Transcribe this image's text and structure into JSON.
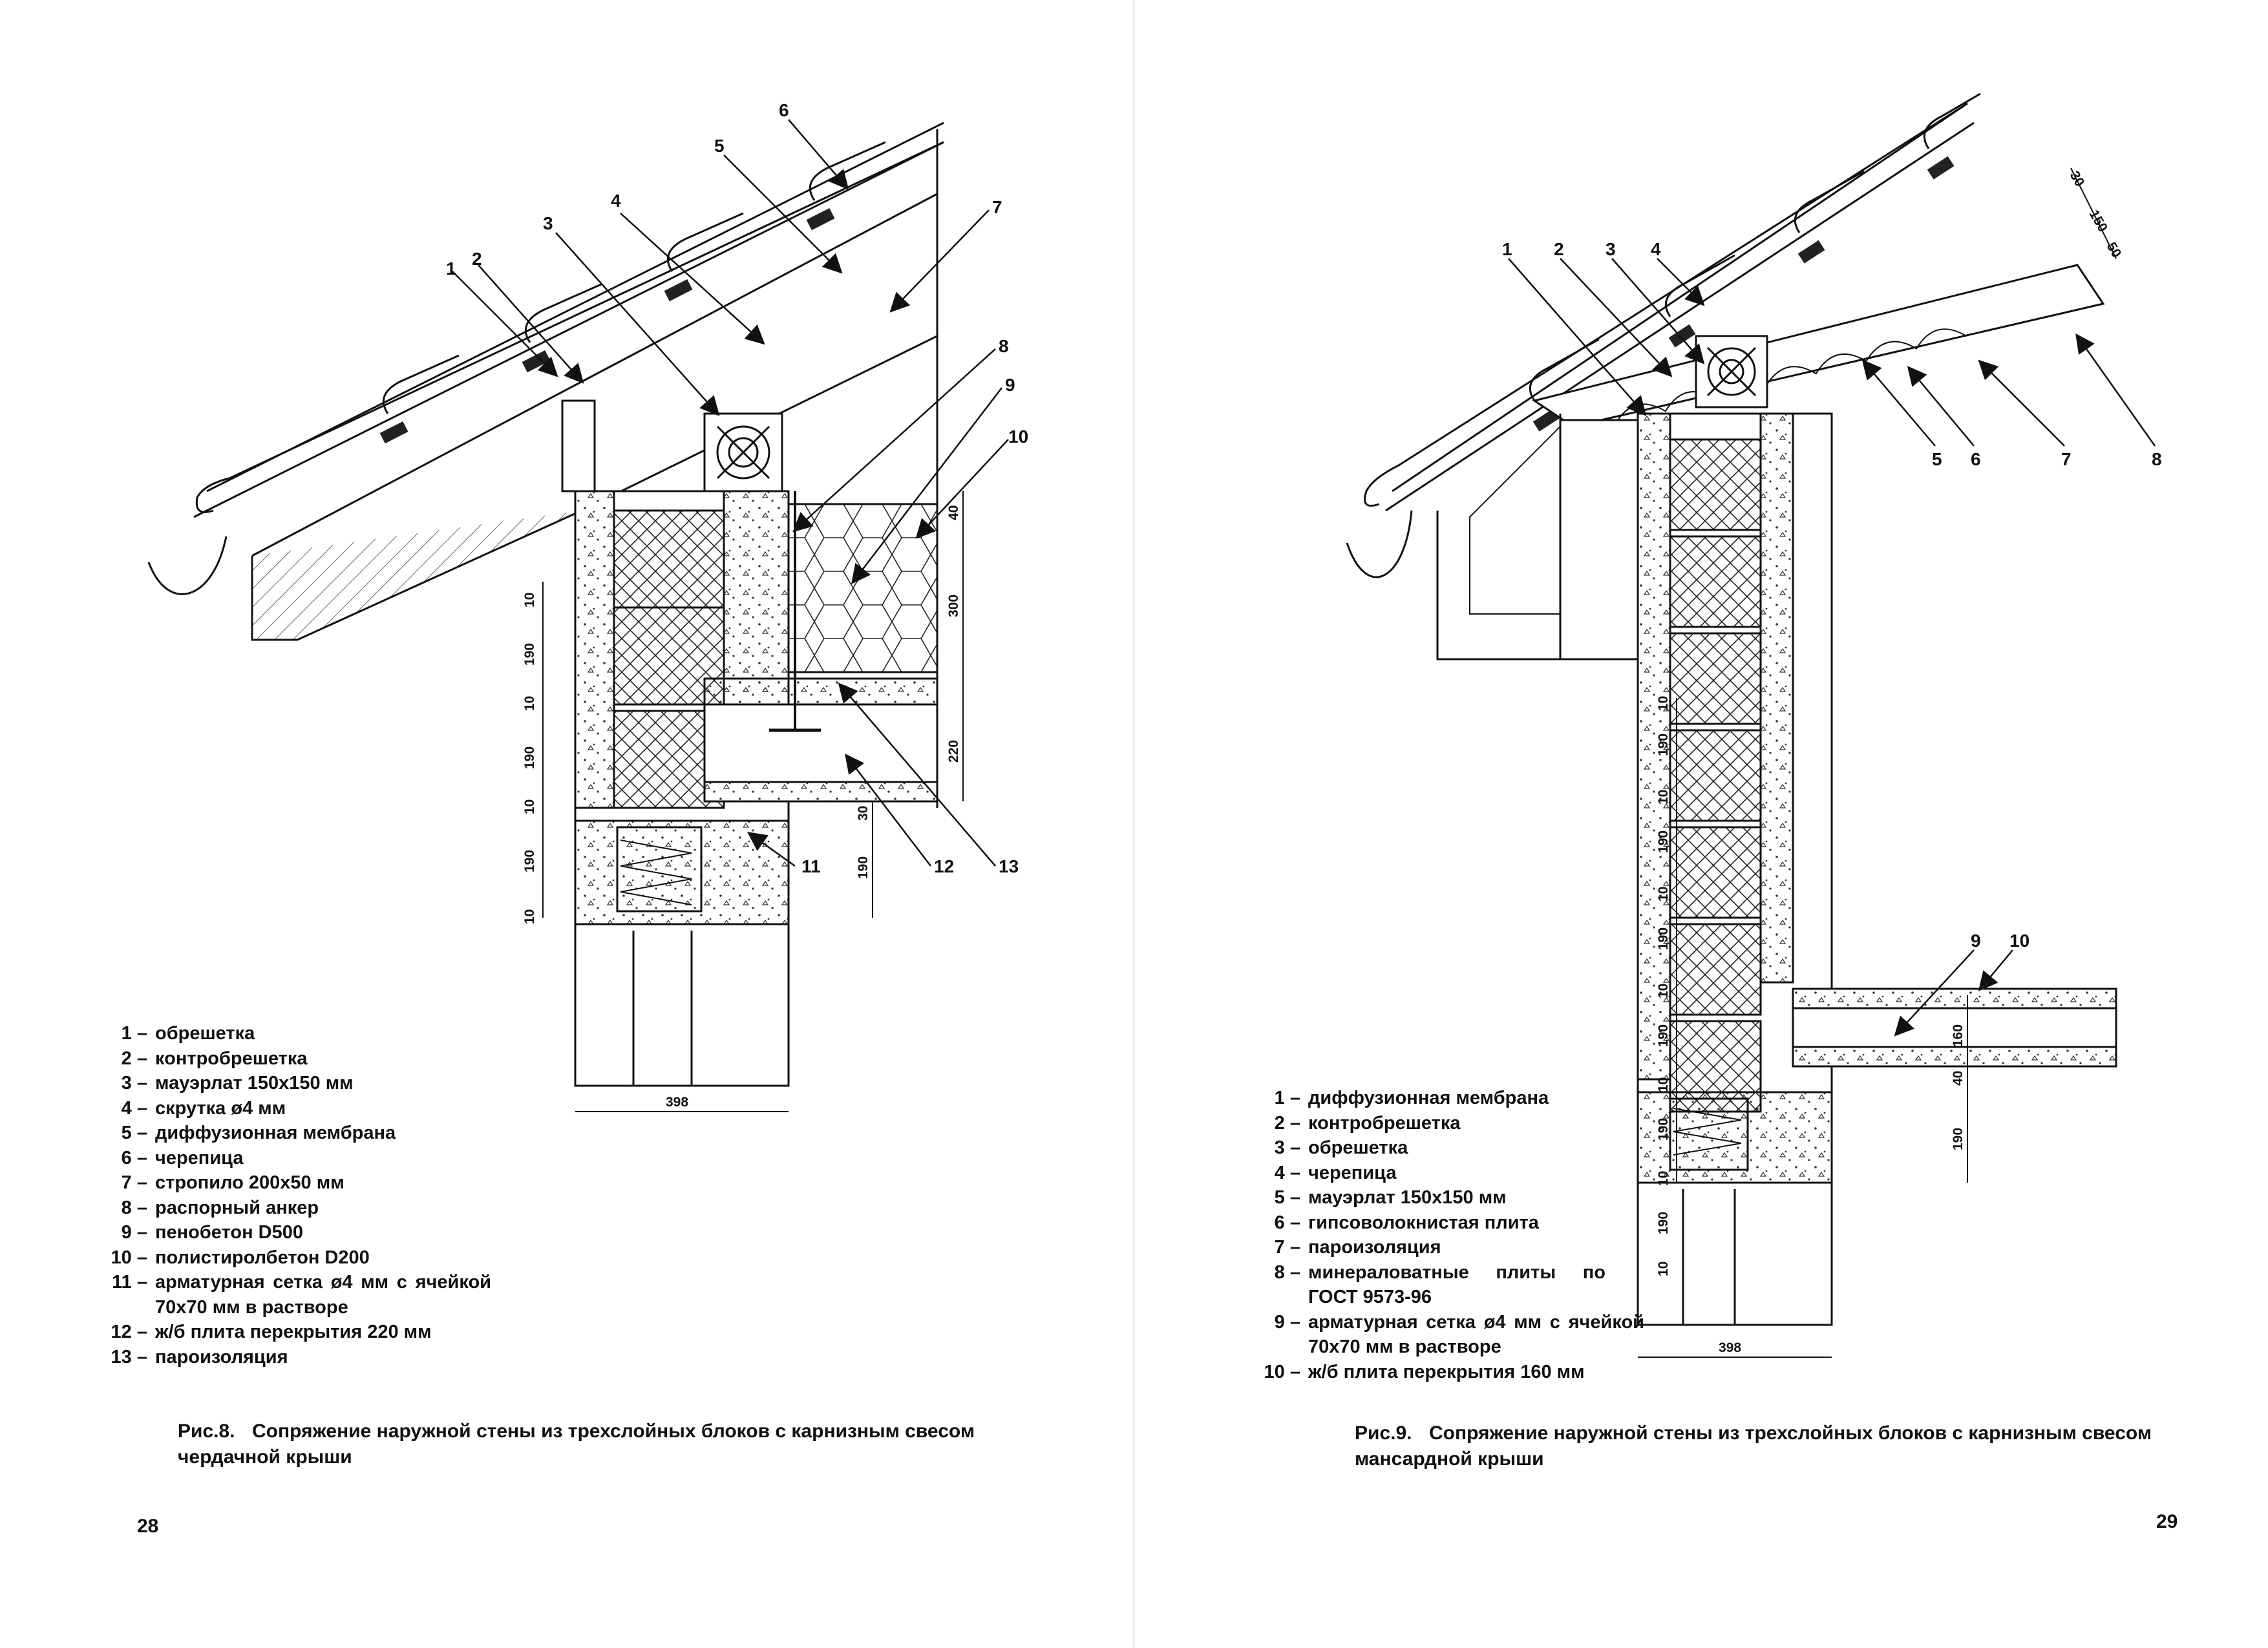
{
  "left_page": {
    "callout_numbers": [
      "1",
      "2",
      "3",
      "4",
      "5",
      "6",
      "7",
      "8",
      "9",
      "10",
      "11",
      "12",
      "13"
    ],
    "dimensions": {
      "wall_vertical": [
        "10",
        "190",
        "10",
        "190",
        "10",
        "190",
        "10"
      ],
      "slab_vertical": [
        "40",
        "300",
        "220"
      ],
      "lintel_vertical": [
        "30",
        "190"
      ],
      "wall_width": "398"
    },
    "legend": [
      {
        "num": "1 –",
        "text": "обрешетка"
      },
      {
        "num": "2 –",
        "text": "контробрешетка"
      },
      {
        "num": "3 –",
        "text": "мауэрлат 150х150 мм"
      },
      {
        "num": "4 –",
        "text": "скрутка ø4 мм"
      },
      {
        "num": "5 –",
        "text": "диффузионная мембрана"
      },
      {
        "num": "6 –",
        "text": "черепица"
      },
      {
        "num": "7 –",
        "text": "стропило 200х50 мм"
      },
      {
        "num": "8 –",
        "text": "распорный анкер"
      },
      {
        "num": "9 –",
        "text": "пенобетон D500"
      },
      {
        "num": "10 –",
        "text": "полистиролбетон D200"
      },
      {
        "num": "11 –",
        "text": "арматурная сетка ø4 мм с ячейкой 70х70 мм в растворе"
      },
      {
        "num": "12 –",
        "text": "ж/б плита перекрытия 220 мм"
      },
      {
        "num": "13 –",
        "text": "пароизоляция"
      }
    ],
    "caption_prefix": "Рис.8.",
    "caption_text": "Сопряжение наружной стены из трехслойных блоков с карнизным свесом чердачной крыши",
    "page_number": "28"
  },
  "right_page": {
    "callout_numbers": [
      "1",
      "2",
      "3",
      "4",
      "5",
      "6",
      "7",
      "8",
      "9",
      "10"
    ],
    "dimensions": {
      "roof_layers": [
        "30",
        "150",
        "50"
      ],
      "wall_vertical": [
        "10",
        "190",
        "10",
        "190",
        "10",
        "190",
        "10",
        "190",
        "10",
        "190",
        "10",
        "190",
        "10"
      ],
      "slab_vertical": [
        "160",
        "40",
        "190"
      ],
      "wall_width": "398"
    },
    "legend": [
      {
        "num": "1 –",
        "text": "диффузионная мембрана"
      },
      {
        "num": "2 –",
        "text": "контробрешетка"
      },
      {
        "num": "3 –",
        "text": "обрешетка"
      },
      {
        "num": "4 –",
        "text": "черепица"
      },
      {
        "num": "5 –",
        "text": "мауэрлат 150х150 мм"
      },
      {
        "num": "6 –",
        "text": "гипсоволокнистая плита"
      },
      {
        "num": "7 –",
        "text": "пароизоляция"
      },
      {
        "num": "8 –",
        "text": "минераловатные плиты по ГОСТ 9573-96"
      },
      {
        "num": "9 –",
        "text": "арматурная сетка ø4 мм с ячейкой 70х70 мм в растворе"
      },
      {
        "num": "10 –",
        "text": "ж/б плита перекрытия 160 мм"
      }
    ],
    "caption_prefix": "Рис.9.",
    "caption_text": "Сопряжение наружной стены из трехслойных блоков с карнизным свесом мансардной крыши",
    "page_number": "29"
  }
}
